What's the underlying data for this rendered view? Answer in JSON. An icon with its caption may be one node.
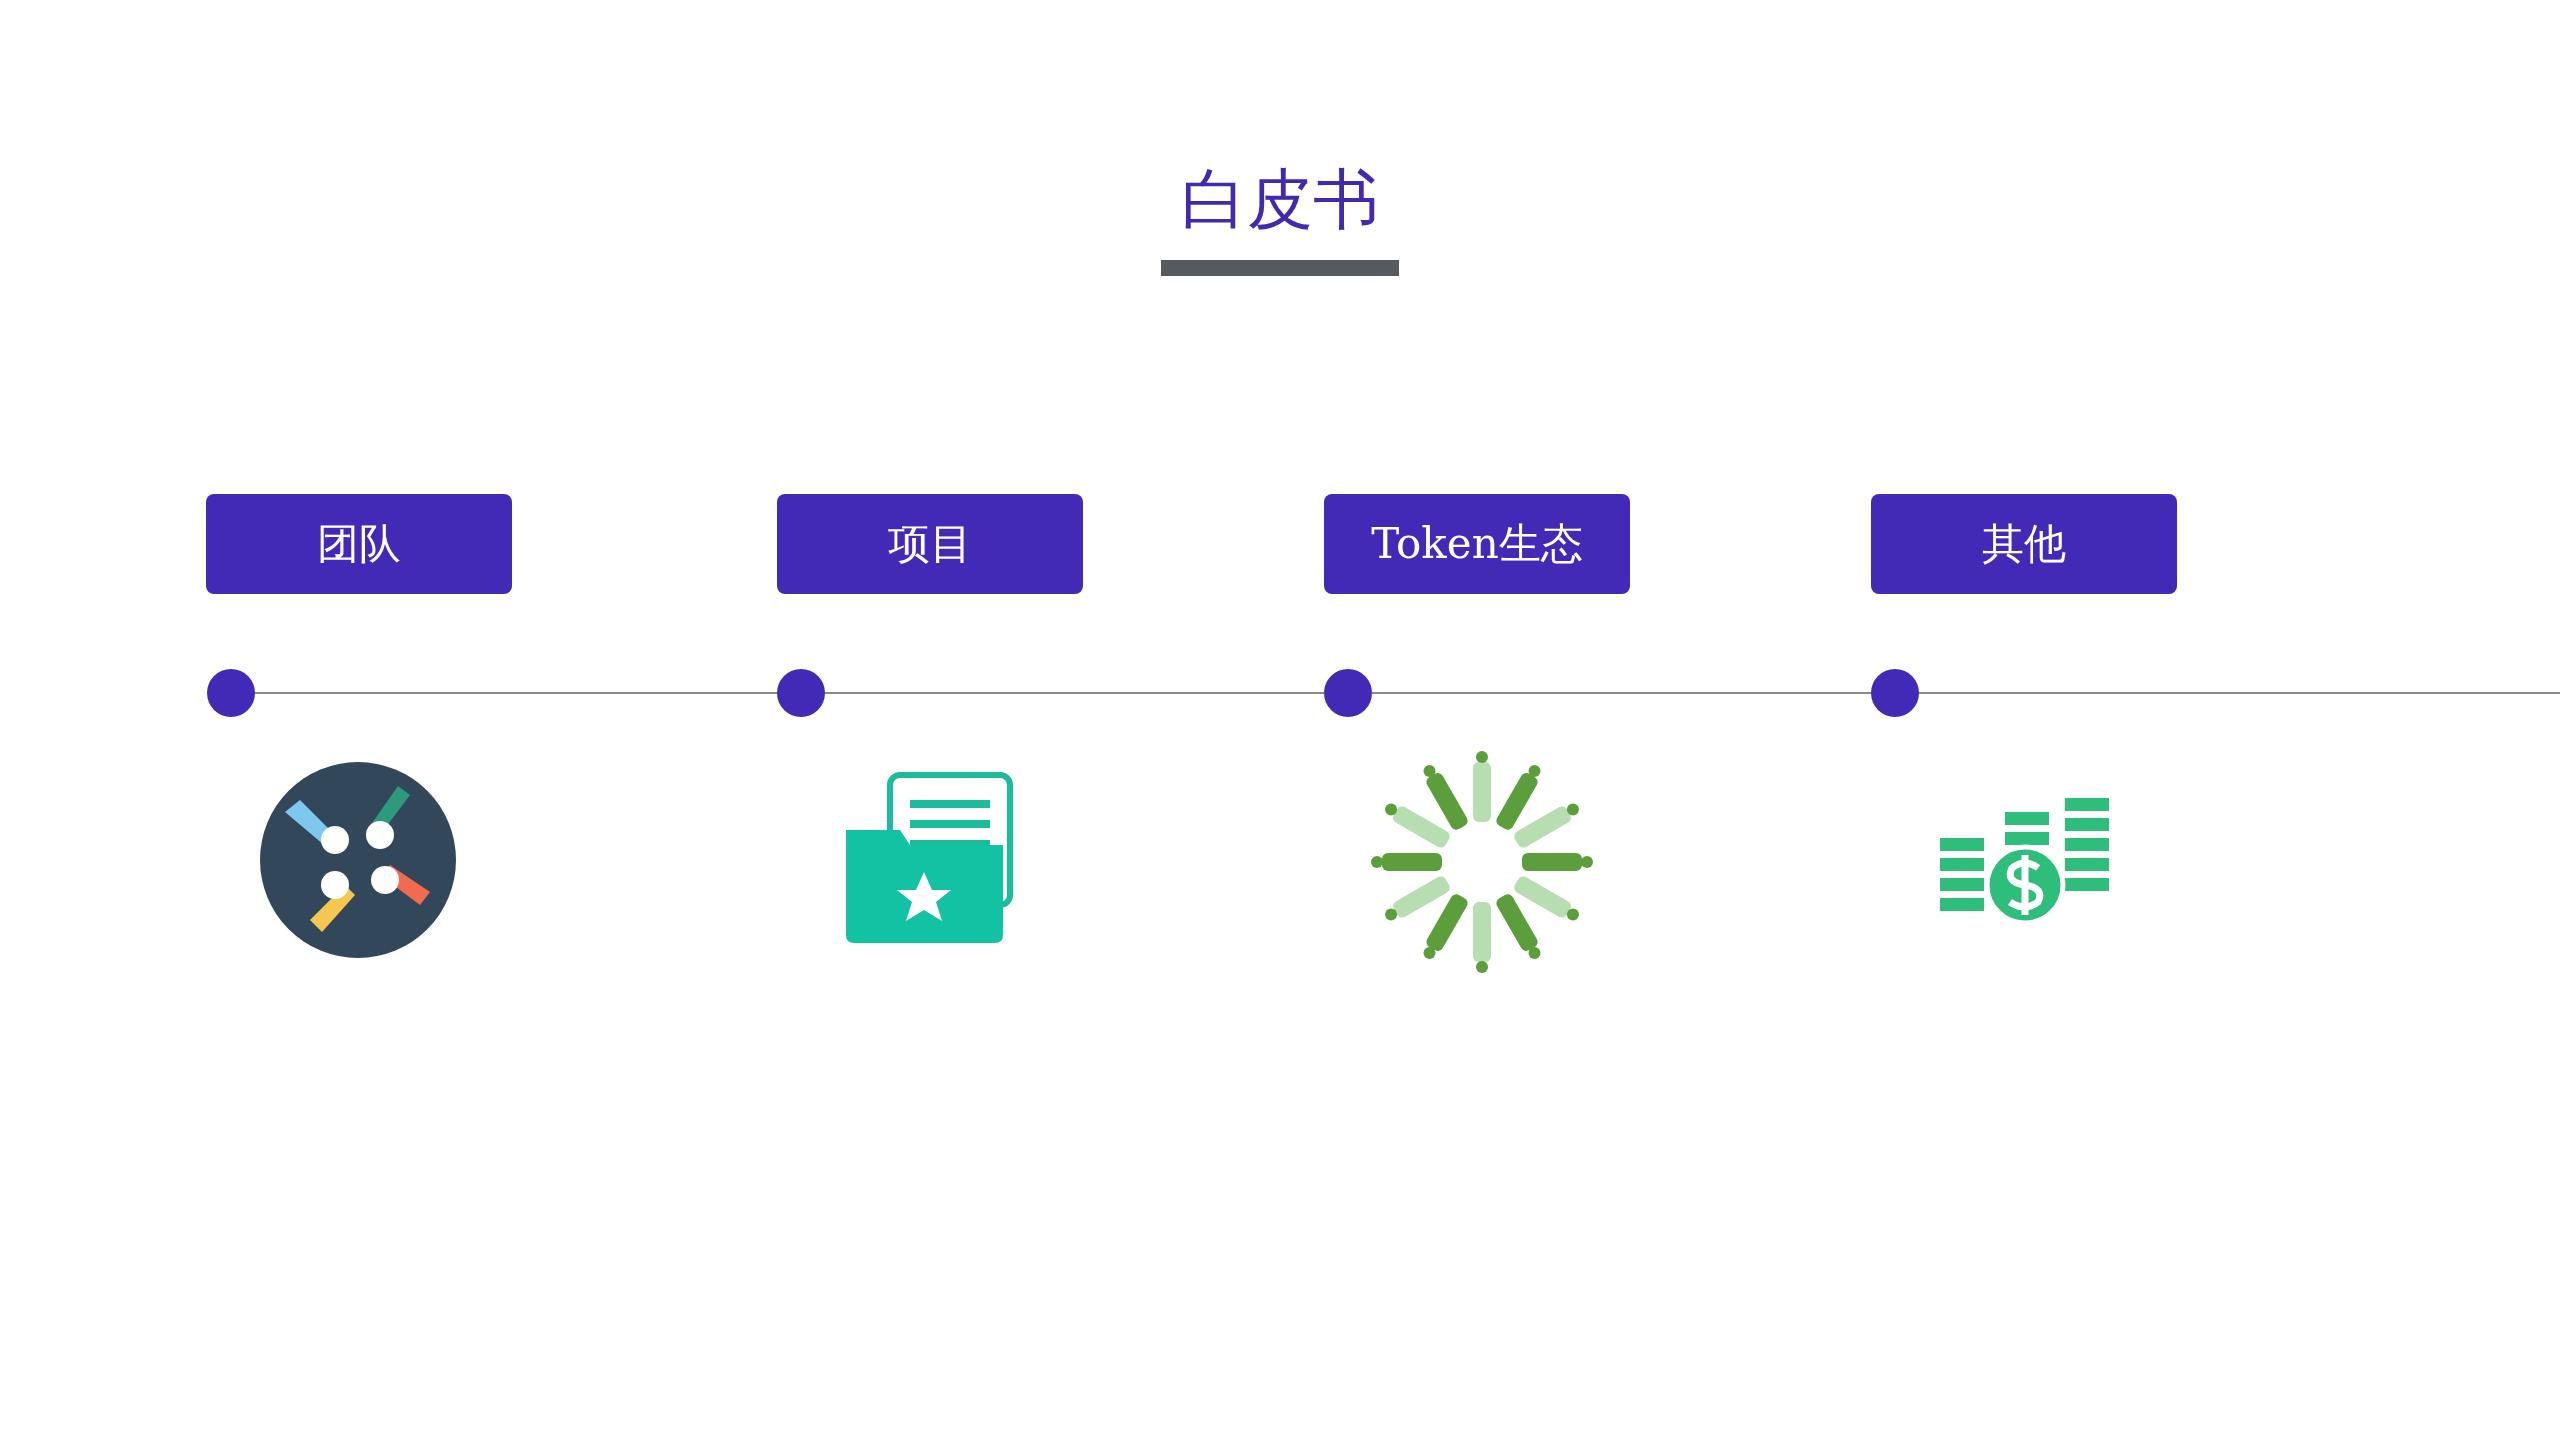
{
  "diagram": {
    "title": "白皮书",
    "nodes": [
      {
        "text": [
          "团队"
        ]
      },
      {
        "text": [
          "项目"
        ]
      },
      {
        "text": [
          "Token生态"
        ]
      },
      {
        "text": [
          "其他"
        ]
      },
      {
        "text": [],
        "shape": "circle"
      },
      {
        "text": [],
        "shape": "circle"
      },
      {
        "text": [],
        "shape": "circle"
      },
      {
        "text": [],
        "shape": "circle"
      }
    ],
    "edges": [
      {
        "from": 4,
        "to": 5,
        "arrow": "none"
      },
      {
        "from": 5,
        "to": 6,
        "arrow": "none"
      },
      {
        "from": 6,
        "to": 7,
        "arrow": "none"
      },
      {
        "from": 7,
        "to": null,
        "arrow": "none"
      }
    ]
  }
}
